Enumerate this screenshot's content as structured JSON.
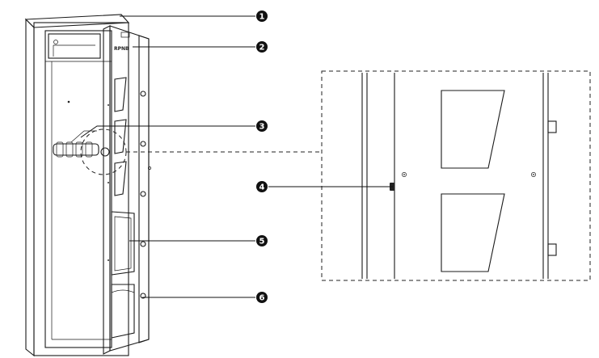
{
  "figure": {
    "brand_text": "RPNB",
    "callouts": [
      {
        "id": "callout-1",
        "label": "1"
      },
      {
        "id": "callout-2",
        "label": "2"
      },
      {
        "id": "callout-3",
        "label": "3"
      },
      {
        "id": "callout-4",
        "label": "4"
      },
      {
        "id": "callout-5",
        "label": "5"
      },
      {
        "id": "callout-6",
        "label": "6"
      }
    ]
  }
}
